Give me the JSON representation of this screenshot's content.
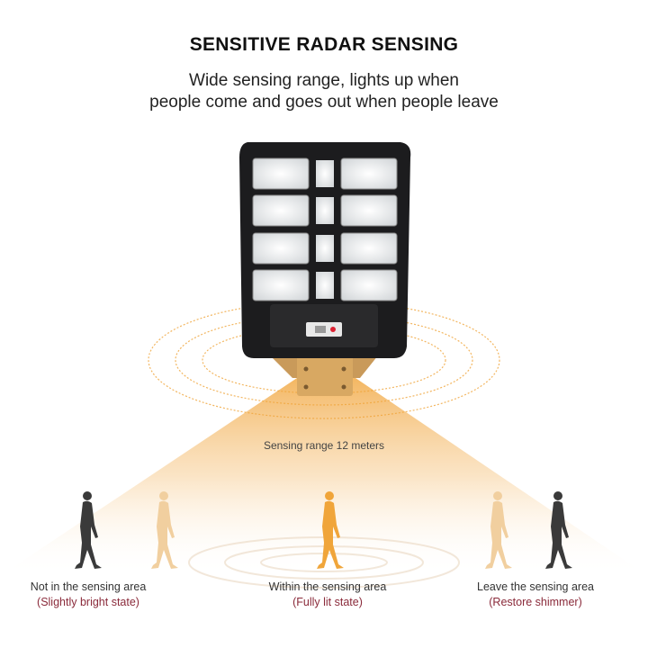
{
  "header": {
    "title": "SENSITIVE RADAR SENSING",
    "subtitle_line1": "Wide sensing range, lights up when",
    "subtitle_line2": "people come and goes out when people leave"
  },
  "range_label": "Sensing range 12 meters",
  "states": [
    {
      "label": "Not in the sensing area",
      "state": "(Slightly bright state)"
    },
    {
      "label": "Within the sensing area",
      "state": "(Fully lit state)"
    },
    {
      "label": "Leave the sensing area",
      "state": "(Restore shimmer)"
    }
  ],
  "colors": {
    "accent": "#f0a53a",
    "state_text": "#8a2a3a",
    "dark_figure": "#3a3a3a",
    "faded_figure": "#f1cf9f"
  }
}
